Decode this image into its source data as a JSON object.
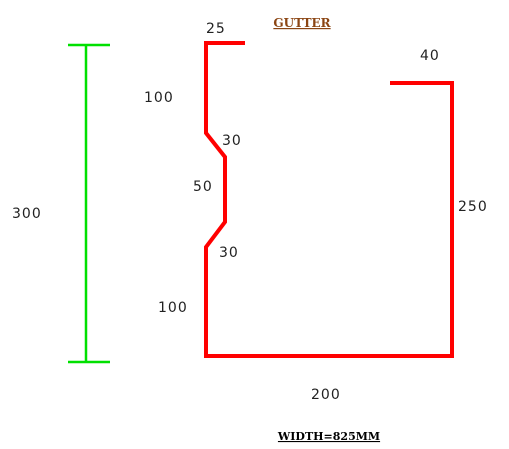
{
  "diagram": {
    "title": "GUTTER",
    "footer": "WIDTH=825MM",
    "colors": {
      "profile": "#ff0000",
      "height_marker": "#00e000",
      "title": "#8b4513",
      "text": "#222222",
      "footer": "#000000"
    },
    "dimensions": {
      "total_height": "300",
      "top_lip": "25",
      "upper_side": "100",
      "upper_bend": "30",
      "recess": "50",
      "lower_bend": "30",
      "lower_side": "100",
      "base": "200",
      "right_side": "250",
      "right_lip": "40"
    }
  }
}
